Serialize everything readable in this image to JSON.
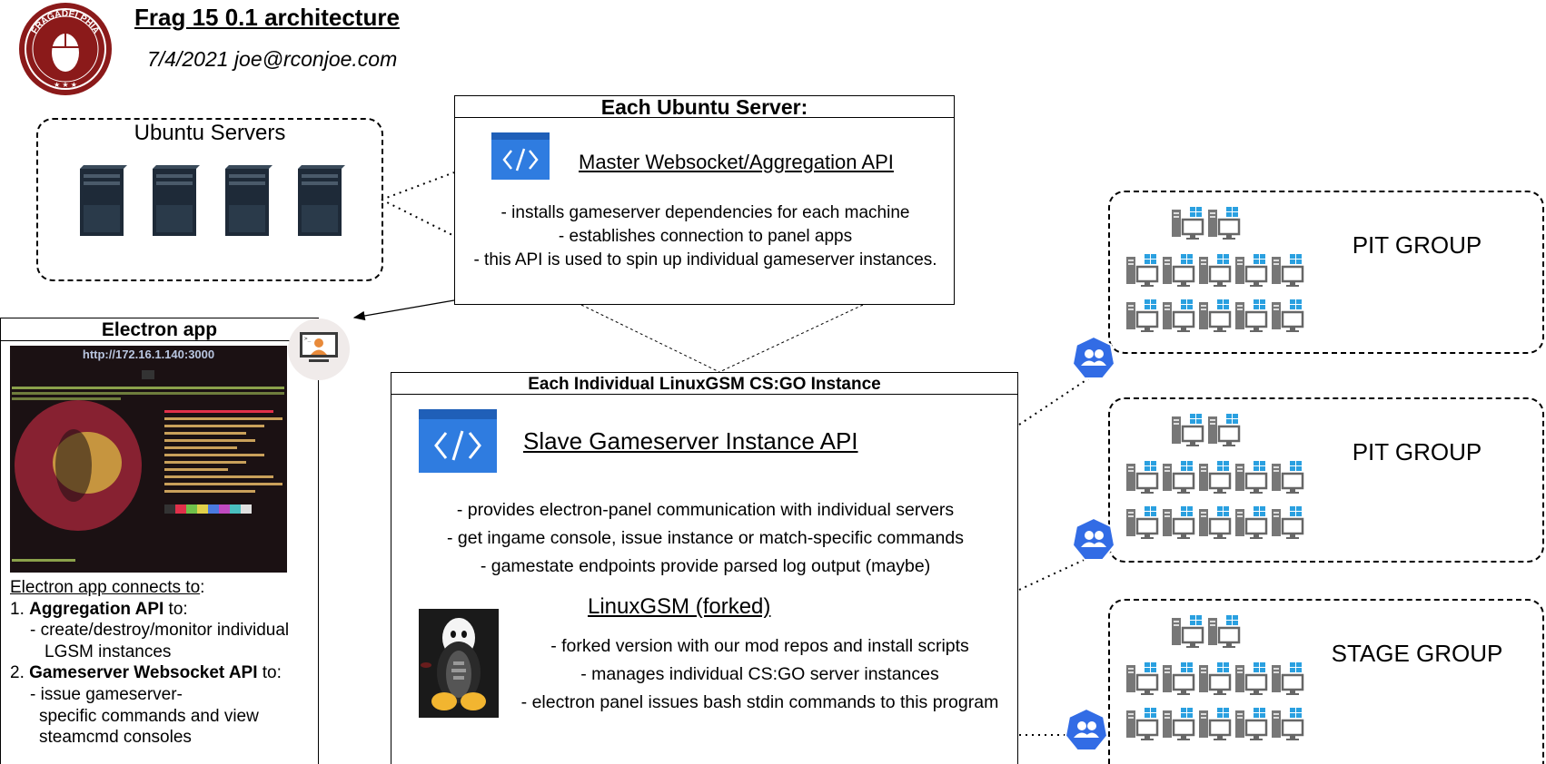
{
  "header": {
    "title": "Frag 15 0.1 architecture",
    "subtitle": "7/4/2021 joe@rconjoe.com",
    "logo_text": "FRAGADELPHIA"
  },
  "ubuntu_servers": {
    "label": "Ubuntu Servers"
  },
  "ubuntu_server": {
    "title": "Each Ubuntu Server:",
    "api_title": "Master Websocket/Aggregation API",
    "bullets": [
      "- installs gameserver dependencies for each machine",
      "- establishes connection to panel apps",
      "- this API is used to spin up individual gameserver instances."
    ]
  },
  "electron_app": {
    "title": "Electron app",
    "terminal_url": "http://172.16.1.140:3000",
    "connects_label": "Electron app connects to",
    "connects_colon": ":",
    "item1_num": "1.",
    "item1_bold": "Aggregation API",
    "item1_rest": " to:",
    "item1_sub1": "- create/destroy/monitor individual",
    "item1_sub2": "LGSM instances",
    "item2_num": "2.",
    "item2_bold": "Gameserver Websocket API",
    "item2_rest": " to:",
    "item2_sub1": "- issue gameserver-",
    "item2_sub2": "specific commands and view",
    "item2_sub3": "steamcmd consoles"
  },
  "instance": {
    "title": "Each Individual LinuxGSM CS:GO Instance",
    "api_title": "Slave Gameserver Instance API",
    "api_bullets": [
      "- provides electron-panel communication with individual servers",
      "- get ingame console, issue instance or match-specific commands",
      "- gamestate endpoints provide parsed log output (maybe)"
    ],
    "lgsm_title": "LinuxGSM (forked)",
    "lgsm_bullets": [
      "- forked version with our mod repos and install scripts",
      "- manages individual CS:GO server instances",
      "- electron panel issues bash stdin commands to this program"
    ]
  },
  "groups": [
    {
      "label": "PIT GROUP"
    },
    {
      "label": "PIT GROUP"
    },
    {
      "label": "STAGE GROUP"
    }
  ],
  "colors": {
    "code_icon_blue": "#2f7ce0",
    "code_icon_blue_dark": "#1f5fb8",
    "group_icon_blue": "#326ce5",
    "server_dark": "#1e2a38"
  }
}
